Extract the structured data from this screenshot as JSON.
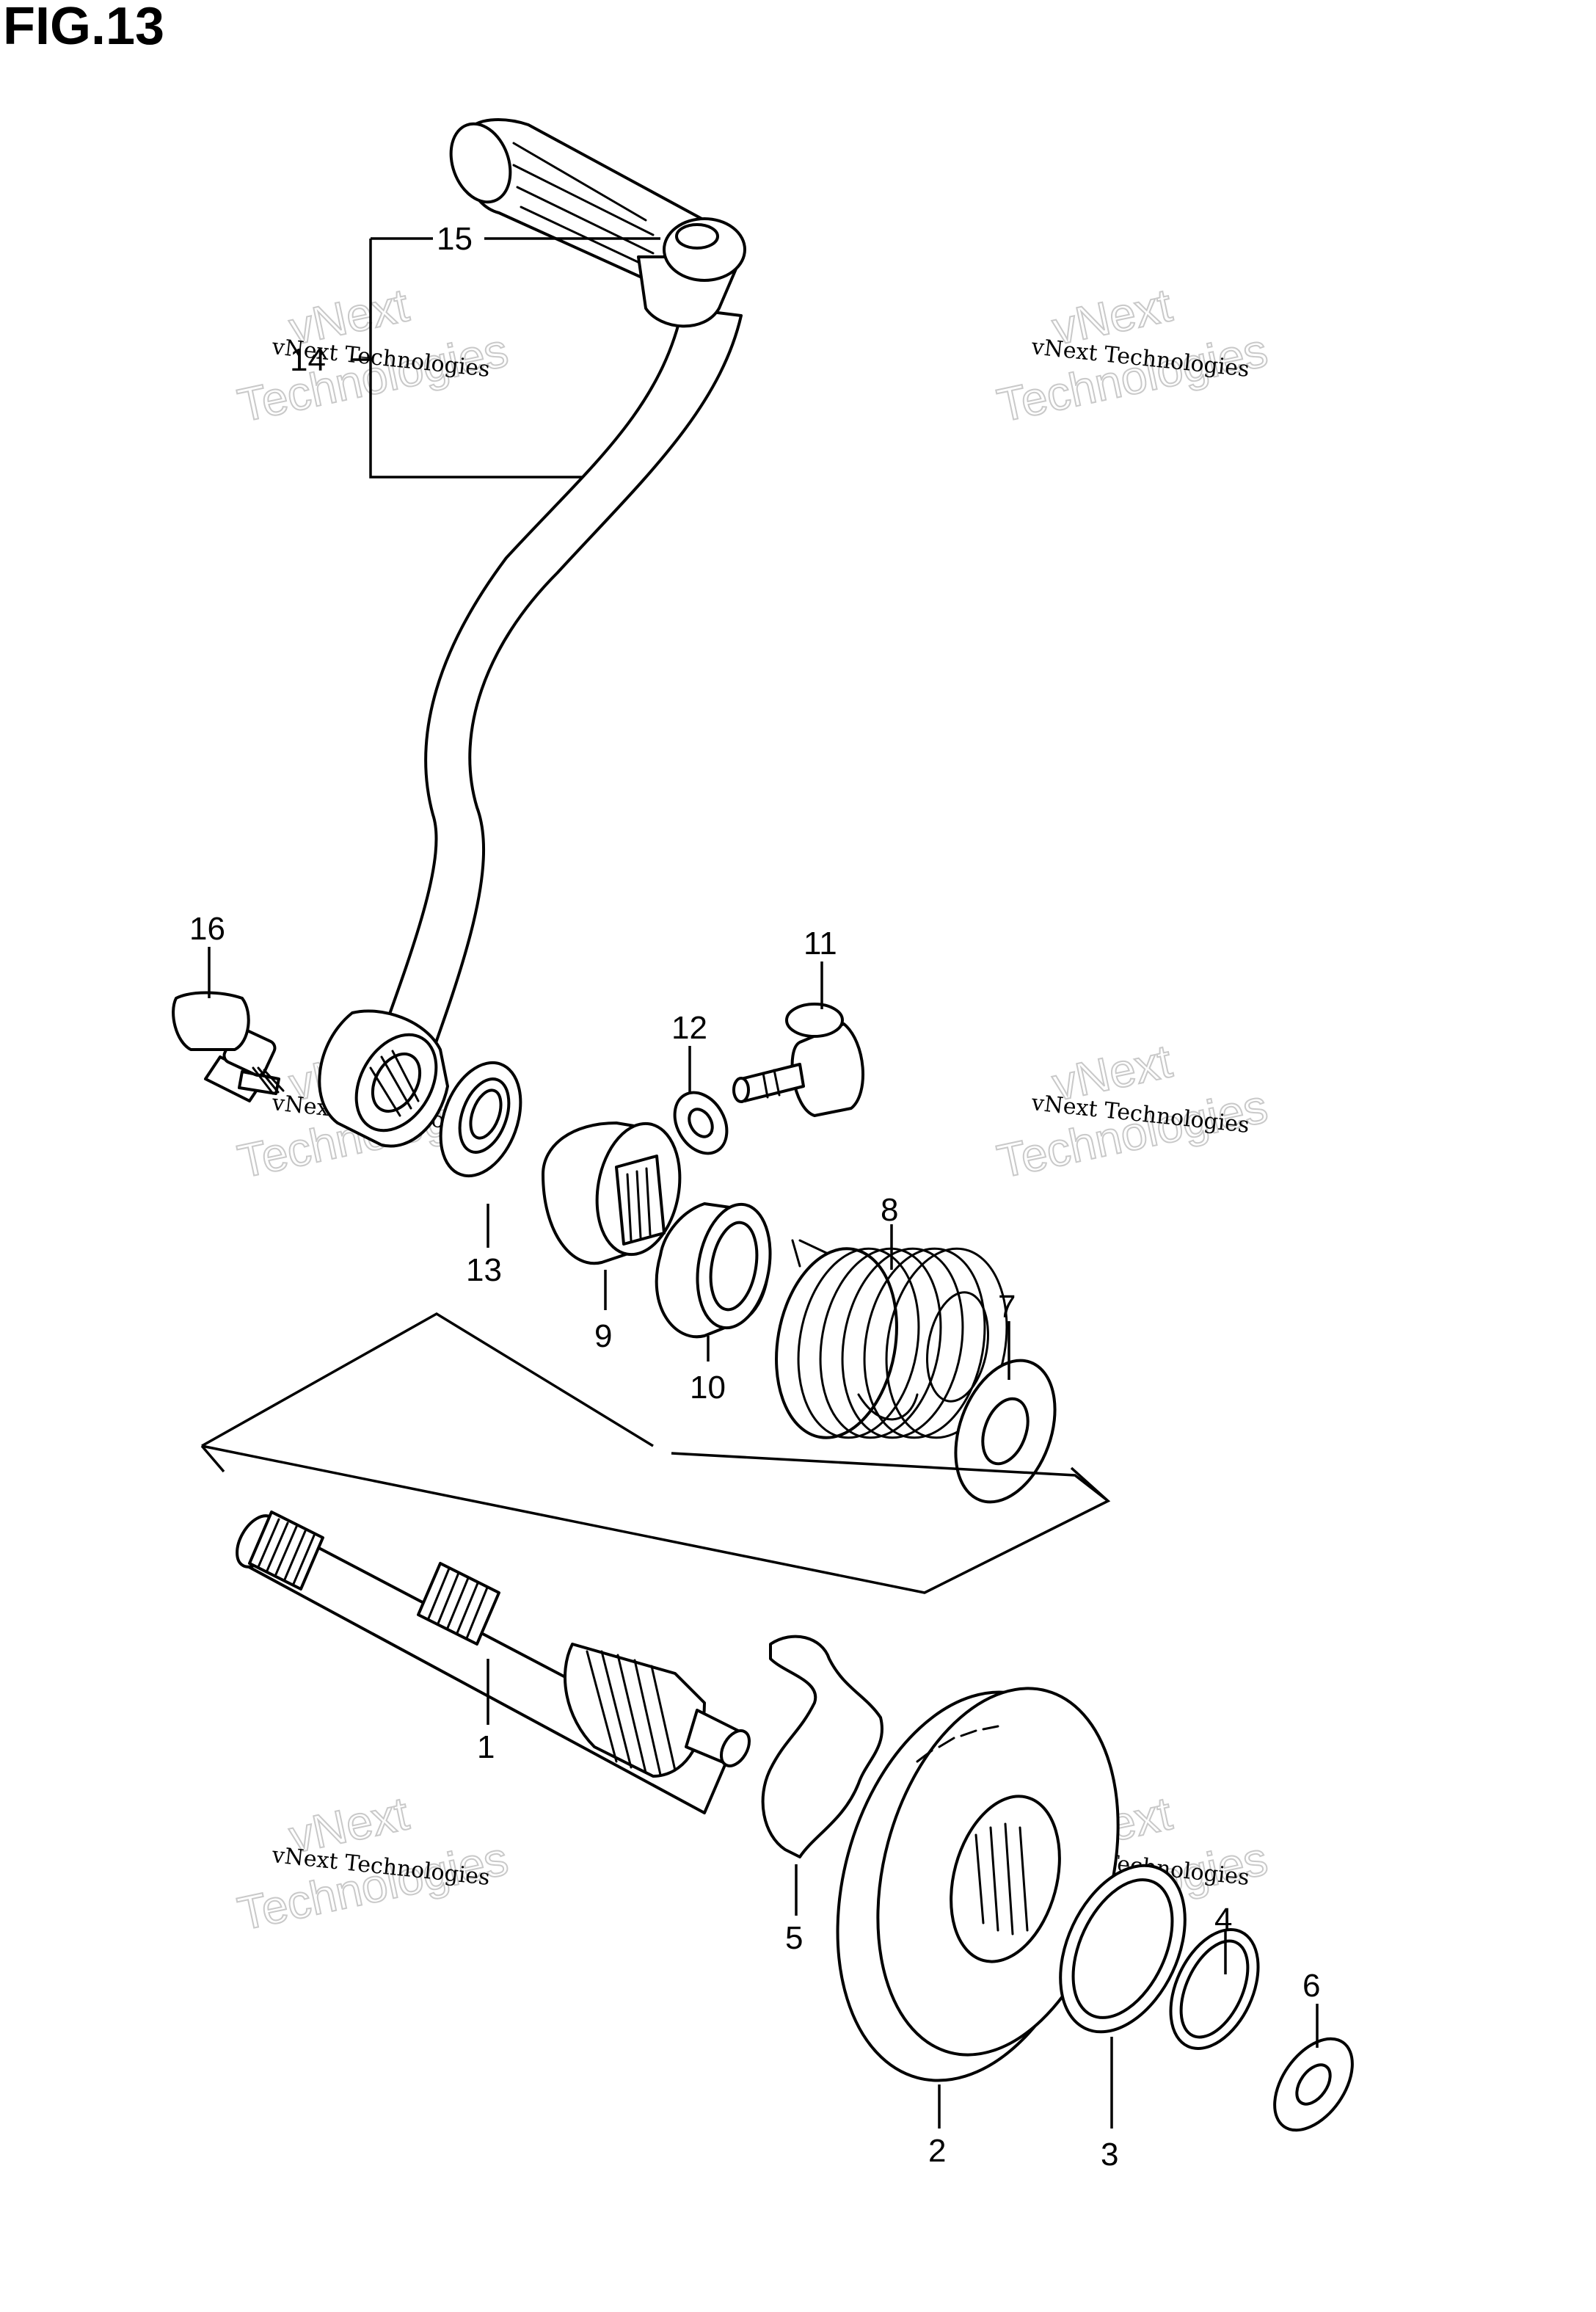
{
  "figure": {
    "title": "FIG.13"
  },
  "callouts": [
    {
      "id": "1",
      "label": "1"
    },
    {
      "id": "2",
      "label": "2"
    },
    {
      "id": "3",
      "label": "3"
    },
    {
      "id": "4",
      "label": "4"
    },
    {
      "id": "5",
      "label": "5"
    },
    {
      "id": "6",
      "label": "6"
    },
    {
      "id": "7",
      "label": "7"
    },
    {
      "id": "8",
      "label": "8"
    },
    {
      "id": "9",
      "label": "9"
    },
    {
      "id": "10",
      "label": "10"
    },
    {
      "id": "11",
      "label": "11"
    },
    {
      "id": "12",
      "label": "12"
    },
    {
      "id": "13",
      "label": "13"
    },
    {
      "id": "14",
      "label": "14"
    },
    {
      "id": "15",
      "label": "15"
    },
    {
      "id": "16",
      "label": "16"
    }
  ],
  "watermark": {
    "line1": "vNext Technologies",
    "line2": "vNext",
    "line3": "Technologies"
  }
}
